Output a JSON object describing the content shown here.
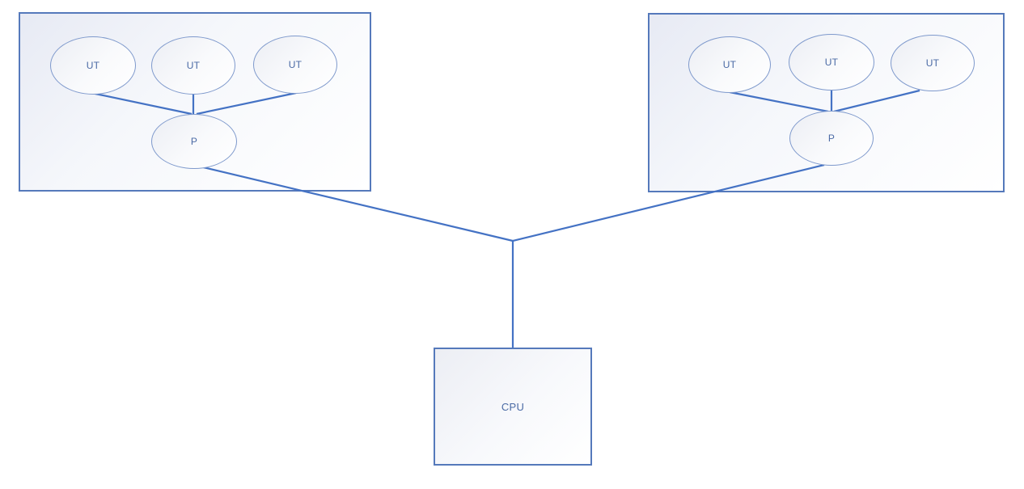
{
  "diagram": {
    "groups": [
      {
        "terminals": [
          "UT",
          "UT",
          "UT"
        ],
        "processor": "P"
      },
      {
        "terminals": [
          "UT",
          "UT",
          "UT"
        ],
        "processor": "P"
      }
    ],
    "cpu": {
      "label": "CPU"
    }
  },
  "colors": {
    "connector": "#4472C4",
    "box_border": "#5579BB",
    "ellipse_border": "#7E99CC",
    "label_text": "#4A6AA5",
    "shape_fill_start": "#E7EAF4",
    "shape_fill_end": "#FFFFFF",
    "background": "#FFFFFF"
  }
}
